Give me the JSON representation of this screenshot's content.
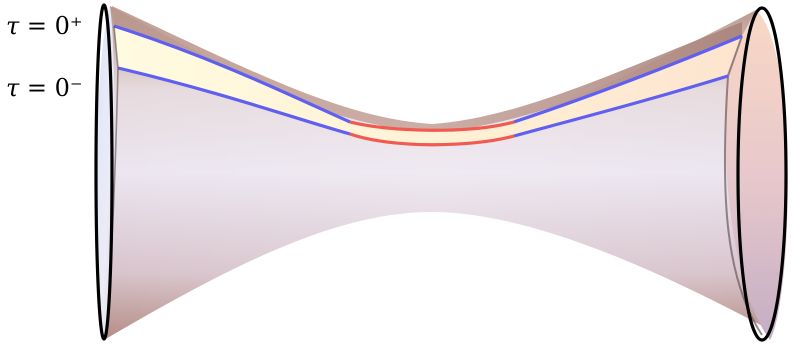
{
  "labels": {
    "tau_plus": {
      "symbol": "τ",
      "text": " = 0⁺"
    },
    "tau_minus": {
      "symbol": "τ",
      "text": " = 0⁻"
    }
  },
  "colors": {
    "blue_curve": "#5f5ff0",
    "red_curve": "#f05a50",
    "rim": "#000000",
    "surface_light": "#f4ecf2",
    "surface_tan": "#c8a89e",
    "slit_highlight": "#fff4e0"
  }
}
